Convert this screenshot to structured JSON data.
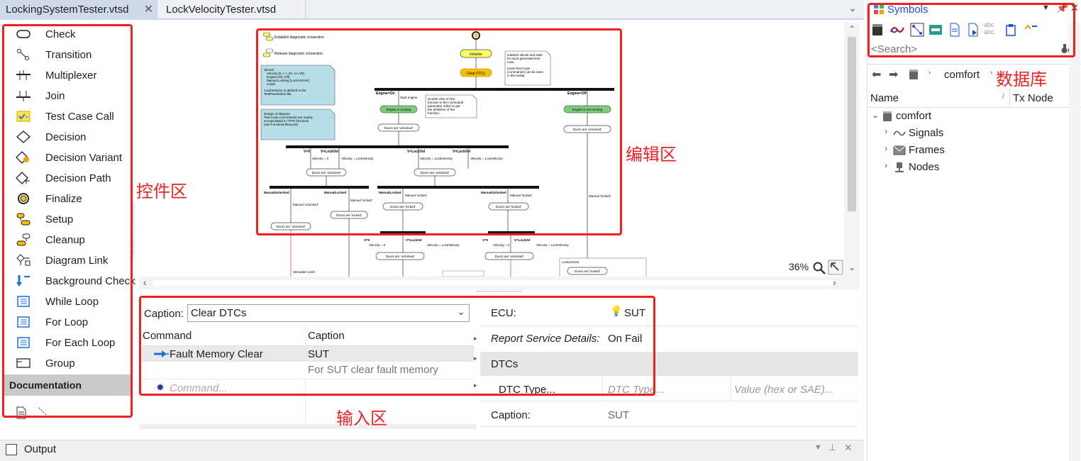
{
  "tabs": [
    {
      "label": "LockingSystemTester.vtsd",
      "active": true
    },
    {
      "label": "LockVelocityTester.vtsd",
      "active": false
    }
  ],
  "toolbox": {
    "items": [
      {
        "label": "Check",
        "icon": "check-icon"
      },
      {
        "label": "Transition",
        "icon": "transition-icon"
      },
      {
        "label": "Multiplexer",
        "icon": "multiplexer-icon"
      },
      {
        "label": "Join",
        "icon": "join-icon"
      },
      {
        "label": "Test Case Call",
        "icon": "test-case-call-icon"
      },
      {
        "label": "Decision",
        "icon": "decision-icon"
      },
      {
        "label": "Decision Variant",
        "icon": "decision-variant-icon"
      },
      {
        "label": "Decision Path",
        "icon": "decision-path-icon"
      },
      {
        "label": "Finalize",
        "icon": "finalize-icon"
      },
      {
        "label": "Setup",
        "icon": "setup-icon"
      },
      {
        "label": "Cleanup",
        "icon": "cleanup-icon"
      },
      {
        "label": "Diagram Link",
        "icon": "diagram-link-icon"
      },
      {
        "label": "Background Check",
        "icon": "background-check-icon"
      },
      {
        "label": "While Loop",
        "icon": "while-loop-icon"
      },
      {
        "label": "For Loop",
        "icon": "for-loop-icon"
      },
      {
        "label": "For Each Loop",
        "icon": "for-each-loop-icon"
      },
      {
        "label": "Group",
        "icon": "group-icon"
      }
    ],
    "documentation_header": "Documentation"
  },
  "annotations": {
    "controls": "控件区",
    "editor": "编辑区",
    "input": "输入区",
    "database": "数据库"
  },
  "diagram": {
    "top_labels": [
      "Establish diagnostic connection",
      "Release diagnostic connection"
    ],
    "initialize": "Initialize",
    "clear_dtcs": "Clear DTCs",
    "note_init": "Initialize stimuli and state for each generated test case.",
    "note_testcode": "Used Test-Code (commands) can be seen in the tooltip.",
    "note_stimuli": "Stimuli:\nVelocity  [0, v < V0, v>=V0]\nEngine  [On, Off]\nManual Locking [Lock/Unlock]\nCrash\n\n'LockVelocity' is defined in the TestParameters file.",
    "note_design": "Design of diagram:\nTest-Code (commands) are mainly encapsulated in TTFE functions (see FunctionLibrary.vtt)",
    "note_doubleclick": "Double-click on the function in the command/ parameter editor to get the definition of the function.",
    "engine_on": "Engine=On",
    "engine_off": "Engine=Off",
    "start_engine": "Start engine",
    "engine_running": "Engine is running",
    "engine_not_running": "Engine is not running",
    "doors_unlocked": "Doors are 'unlocked'",
    "doors_locked": "Doors are 'locked'",
    "v0": "V=0",
    "v_lockvel": "V=LockVel",
    "velocity0": "Velocity = 0",
    "velocity_lock": "Velocity = LockVelocity",
    "manual_unlocked": "ManualUnlocked",
    "manual_locked": "ManualLocked",
    "manual_unlock": "Manual 'unlocked'",
    "manual_lock": "Manual 'locked'",
    "stimulate_crash": "Stimulate crash",
    "lock_unlock": "Lock/Unlock",
    "zoom": "36%"
  },
  "input_panel": {
    "caption_label": "Caption:",
    "caption_value": "Clear DTCs",
    "columns": [
      "Command",
      "Caption"
    ],
    "rows": [
      {
        "command": "Fault Memory Clear",
        "caption": "SUT",
        "caption2": "For SUT clear fault memory"
      }
    ],
    "new_command_placeholder": "Command..."
  },
  "property_panel": {
    "ecu_label": "ECU:",
    "ecu_value": "SUT",
    "report_label": "Report Service Details:",
    "report_value": "On Fail",
    "dtcs_header": "DTCs",
    "dtc_type_label": "DTC Type...",
    "dtc_type_placeholder": "DTC Type...",
    "dtc_value_placeholder": "Value (hex or SAE)...",
    "caption_label": "Caption:",
    "caption_value": "SUT"
  },
  "symbols": {
    "title": "Symbols",
    "search_placeholder": "<Search>",
    "breadcrumb": "comfort",
    "columns": [
      "Name",
      "Tx Node"
    ],
    "tree": [
      {
        "label": "comfort",
        "level": 0,
        "expanded": true
      },
      {
        "label": "Signals",
        "level": 1
      },
      {
        "label": "Frames",
        "level": 1
      },
      {
        "label": "Nodes",
        "level": 1
      }
    ]
  },
  "output": {
    "title": "Output"
  },
  "colors": {
    "accent_red": "#ee2020",
    "tab_active": "#cfd9ea",
    "node_yellow": "#ffff66",
    "node_green": "#7fc97f",
    "note_blue": "#b7dde8"
  }
}
